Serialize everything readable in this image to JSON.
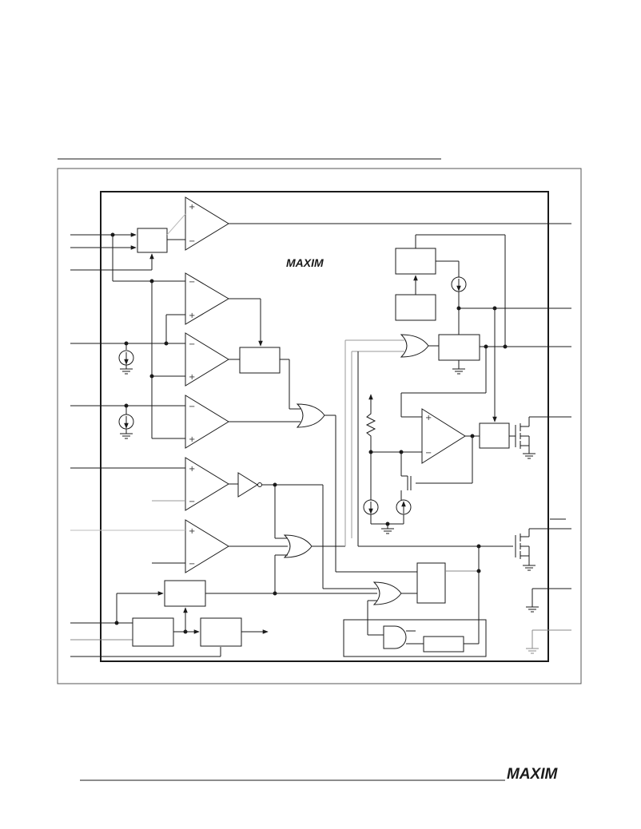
{
  "header_logo": "MAXIM",
  "footer_logo": "MAXIM",
  "colors": {
    "line": "#1a1a1a",
    "soft_line": "#9a9a9a",
    "frame": "#555555",
    "background": "#ffffff"
  },
  "symbols": {
    "comparator_plus": "+",
    "comparator_minus": "−"
  },
  "icons": [
    "maxim-logo",
    "comparator",
    "or-gate",
    "and-gate",
    "inverter",
    "current-source",
    "ground",
    "mosfet",
    "resistor"
  ]
}
